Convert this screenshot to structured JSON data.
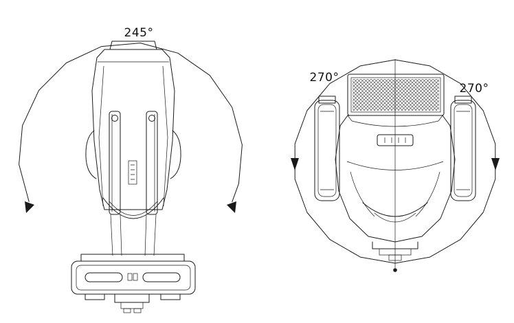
{
  "colors": {
    "line": "#1a1a1a",
    "background": "#ffffff"
  },
  "figures": {
    "front_view": {
      "tilt_angle_label": "245°"
    },
    "top_view": {
      "pan_angle_label_left": "270°",
      "pan_angle_label_right": "270°"
    }
  }
}
